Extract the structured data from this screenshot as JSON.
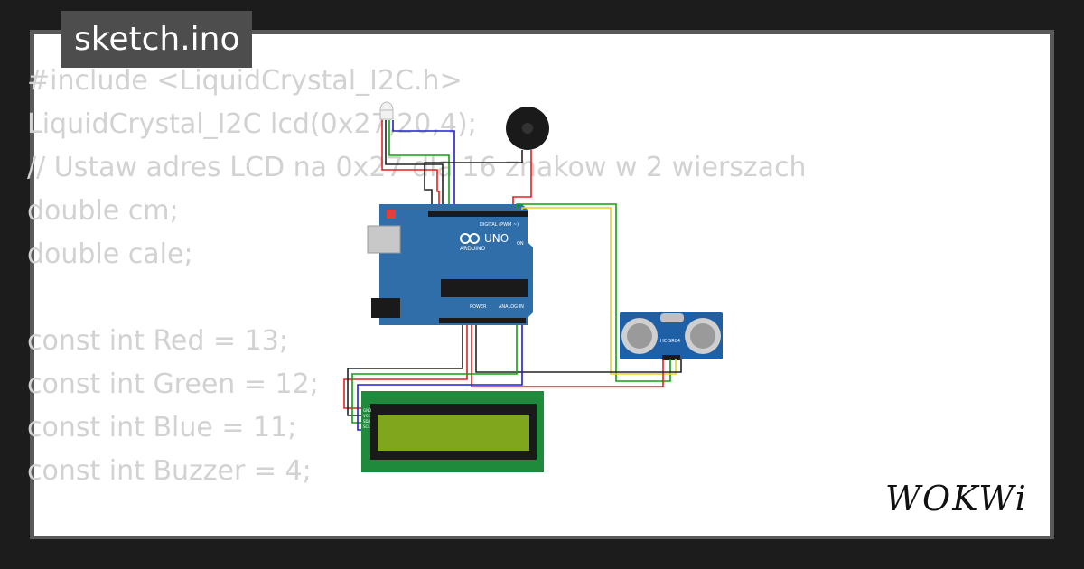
{
  "title": "sketch.ino",
  "code_lines": [
    "#include <LiquidCrystal_I2C.h>",
    "LiquidCrystal_I2C lcd(0x27,20,4);",
    "// Ustaw adres LCD na 0x27 dla 16 znakow w 2 wierszach",
    "double cm;",
    "double cale;",
    "",
    "const int Red = 13;",
    "const int Green = 12;",
    "const int Blue = 11;",
    "const int Buzzer = 4;",
    ""
  ],
  "circuit": {
    "arduino": {
      "brand": "ARDUINO",
      "model": "UNO",
      "digital_label": "DIGITAL (PWM ~)",
      "power_label": "POWER",
      "analog_label": "ANALOG IN",
      "on_label": "ON"
    },
    "sensor": {
      "label": "HC-SR04"
    },
    "lcd": {
      "pins": [
        "GND",
        "VCC",
        "SDA",
        "SCL"
      ]
    }
  },
  "logo_text": "WOKWi",
  "colors": {
    "background": "#1c1c1c",
    "canvas": "#ffffff",
    "badge": "#4d4d4d",
    "arduino_board": "#2f6ea8",
    "lcd_board": "#1f8a3c",
    "lcd_screen": "#7fa61c",
    "sensor_board": "#1f5fa5",
    "wire_red": "#e52020",
    "wire_black": "#222222",
    "wire_blue": "#2020d0",
    "wire_green": "#10a010",
    "wire_yellow": "#e8d020"
  }
}
